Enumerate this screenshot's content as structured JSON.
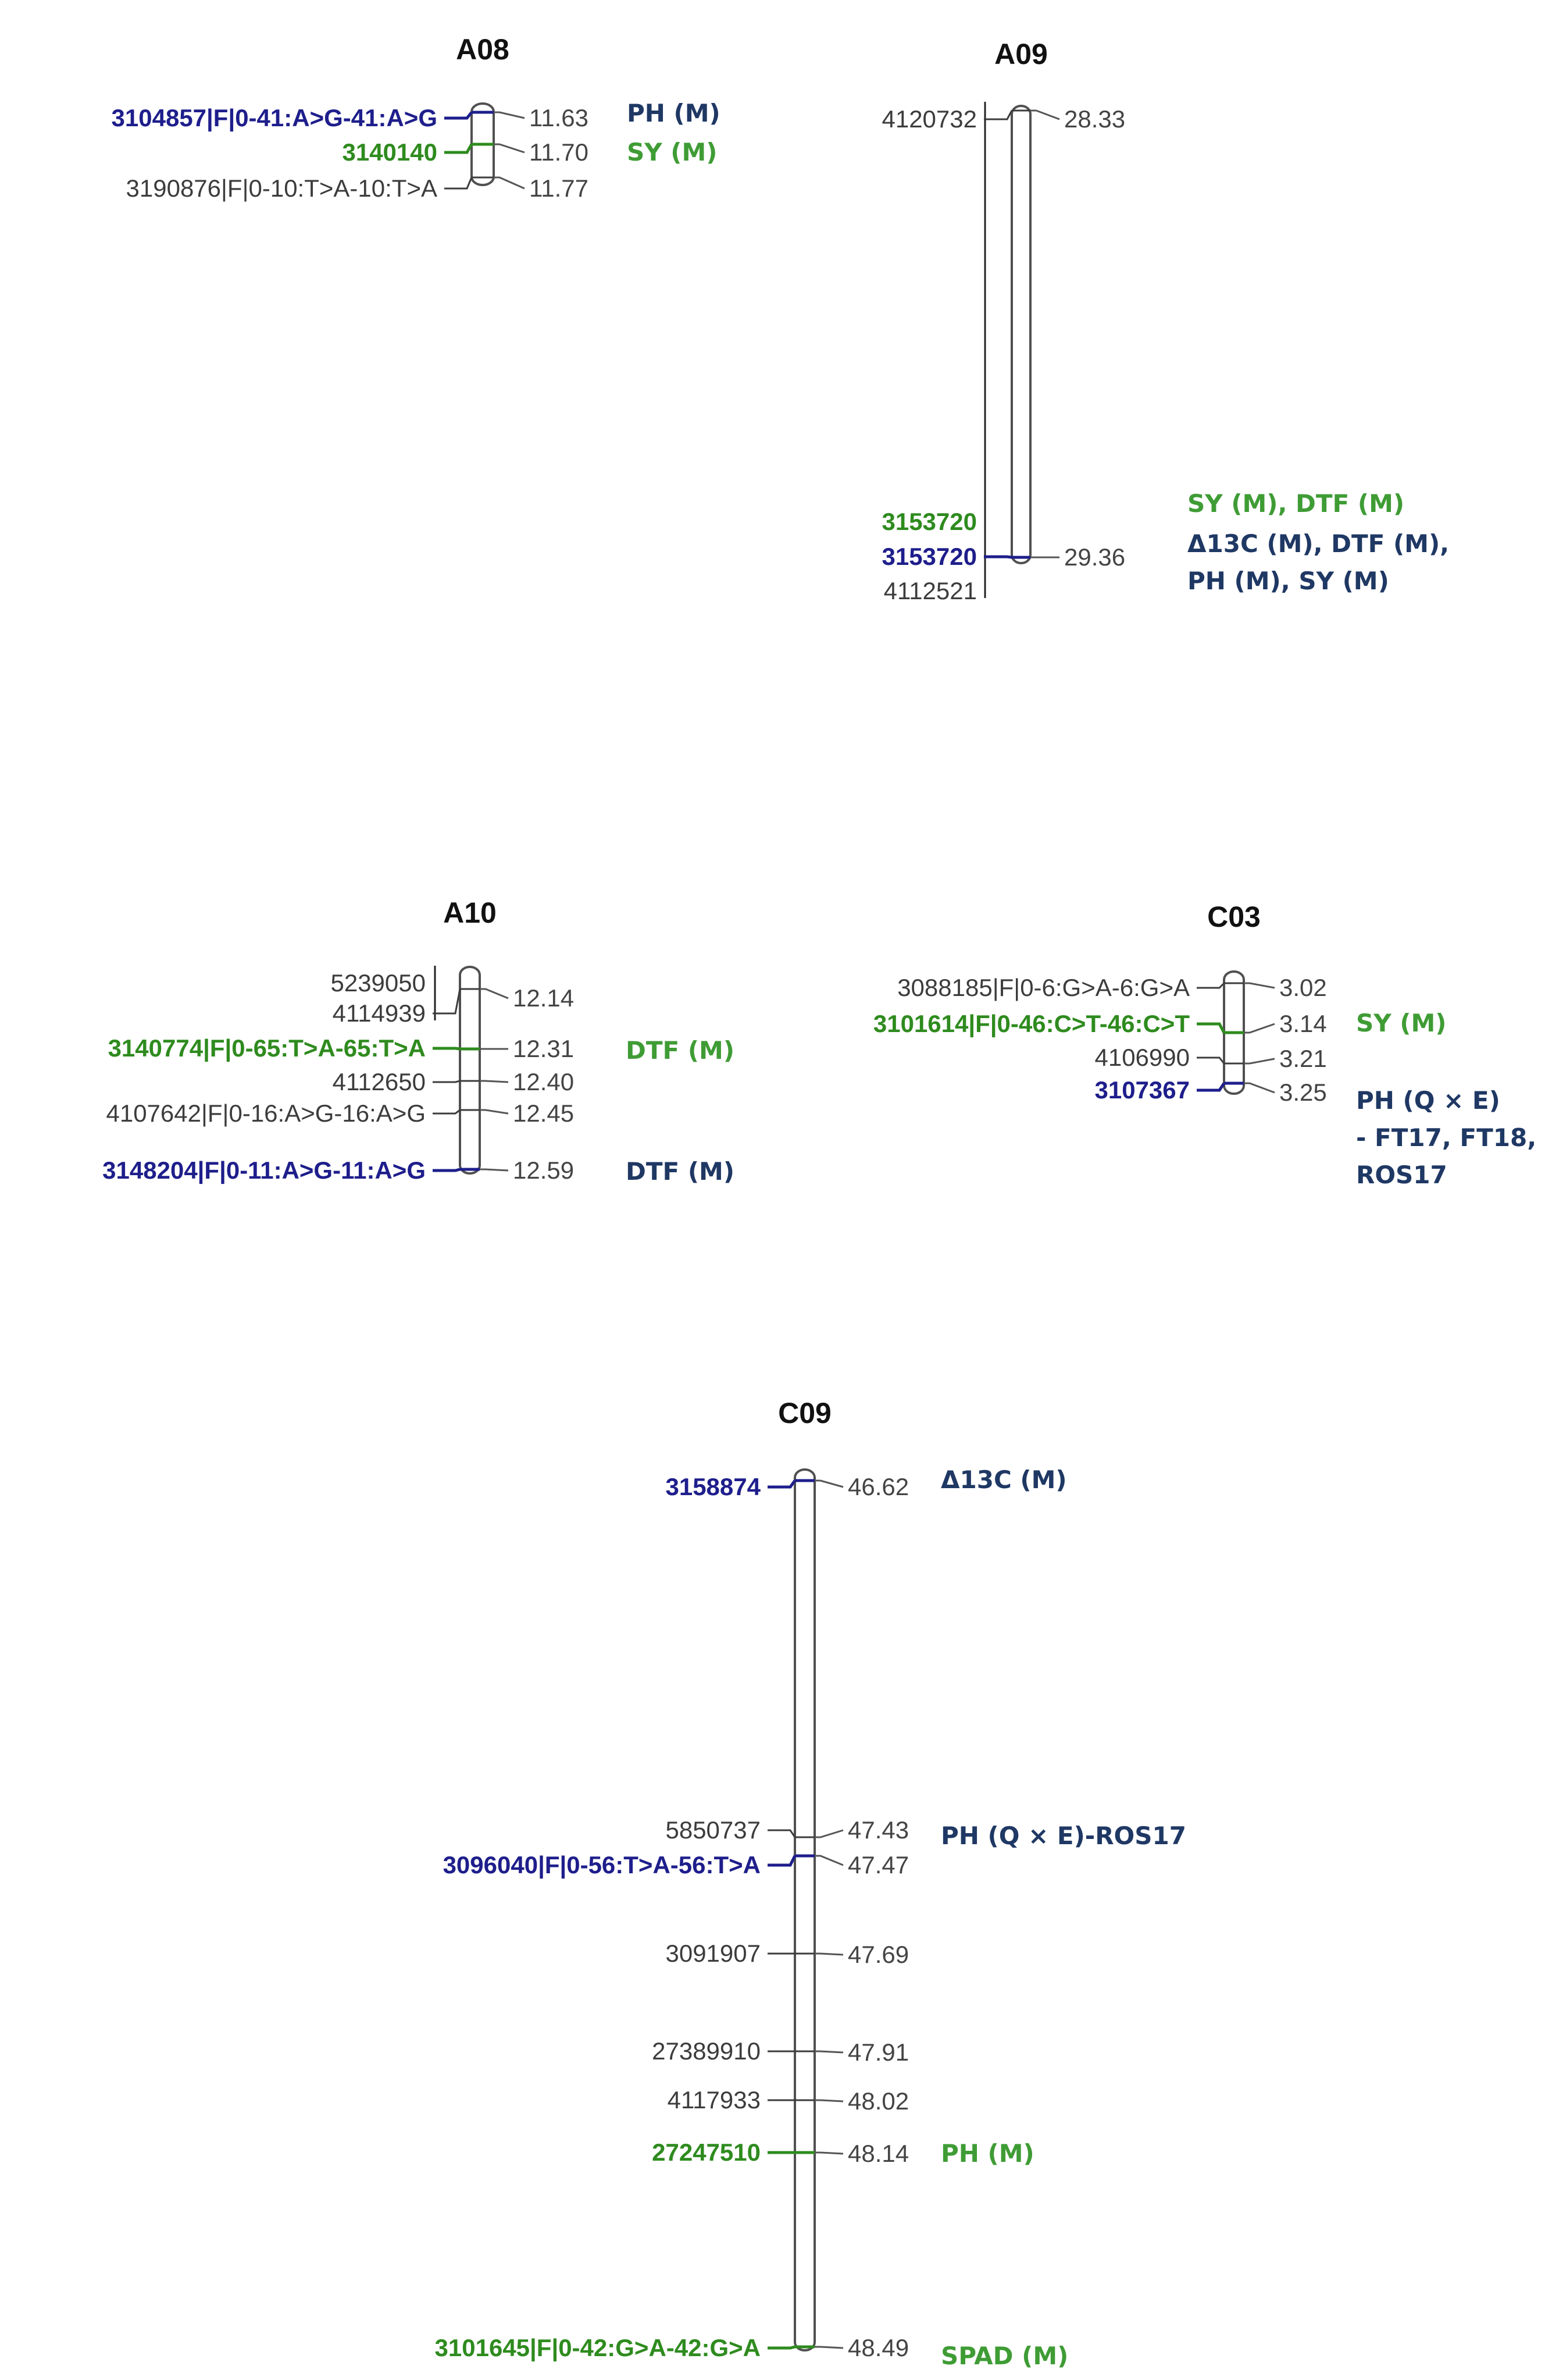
{
  "colors": {
    "default": "#3c3c3c",
    "blue": "#1e1e8c",
    "green": "#2e8b1e",
    "trait_blue": "#1f3864",
    "trait_green": "#3f9c35",
    "bar_outline": "#505050"
  },
  "chromosomes": [
    {
      "id": "A08",
      "title": "A08",
      "markers": [
        {
          "name": "3104857|F|0-41:A>G-41:A>G",
          "position": "11.63",
          "color": "blue"
        },
        {
          "name": "3140140",
          "position": "11.70",
          "color": "green"
        },
        {
          "name": "3190876|F|0-10:T>A-10:T>A",
          "position": "11.77",
          "color": "default"
        }
      ],
      "traits": [
        {
          "lines": [
            "PH (M)"
          ],
          "color": "trait_blue"
        },
        {
          "lines": [
            "SY (M)"
          ],
          "color": "trait_green"
        }
      ]
    },
    {
      "id": "A09",
      "title": "A09",
      "markers": [
        {
          "name": "4120732",
          "position": "28.33",
          "color": "default"
        },
        {
          "name": "3153720",
          "position": "",
          "color": "green"
        },
        {
          "name": "3153720",
          "position": "29.36",
          "color": "blue"
        },
        {
          "name": "4112521",
          "position": "",
          "color": "default"
        }
      ],
      "traits": [
        {
          "lines": [
            "SY (M), DTF (M)"
          ],
          "color": "trait_green"
        },
        {
          "lines": [
            "Δ13C (M), DTF (M),",
            "PH (M), SY (M)"
          ],
          "color": "trait_blue"
        }
      ]
    },
    {
      "id": "A10",
      "title": "A10",
      "markers": [
        {
          "name": "5239050",
          "position": "",
          "color": "default"
        },
        {
          "name": "4114939",
          "position": "12.14",
          "color": "default"
        },
        {
          "name": "3140774|F|0-65:T>A-65:T>A",
          "position": "12.31",
          "color": "green"
        },
        {
          "name": "4112650",
          "position": "12.40",
          "color": "default"
        },
        {
          "name": "4107642|F|0-16:A>G-16:A>G",
          "position": "12.45",
          "color": "default"
        },
        {
          "name": "3148204|F|0-11:A>G-11:A>G",
          "position": "12.59",
          "color": "blue"
        }
      ],
      "traits": [
        {
          "lines": [
            "DTF (M)"
          ],
          "color": "trait_green"
        },
        {
          "lines": [
            "DTF (M)"
          ],
          "color": "trait_blue"
        }
      ]
    },
    {
      "id": "C03",
      "title": "C03",
      "markers": [
        {
          "name": "3088185|F|0-6:G>A-6:G>A",
          "position": "3.02",
          "color": "default"
        },
        {
          "name": "3101614|F|0-46:C>T-46:C>T",
          "position": "3.14",
          "color": "green"
        },
        {
          "name": "4106990",
          "position": "3.21",
          "color": "default"
        },
        {
          "name": "3107367",
          "position": "3.25",
          "color": "blue"
        }
      ],
      "traits": [
        {
          "lines": [
            "SY (M)"
          ],
          "color": "trait_green"
        },
        {
          "lines": [
            "PH (Q × E)",
            "- FT17, FT18,",
            "ROS17"
          ],
          "color": "trait_blue"
        }
      ]
    },
    {
      "id": "C09",
      "title": "C09",
      "markers": [
        {
          "name": "3158874",
          "position": "46.62",
          "color": "blue"
        },
        {
          "name": "5850737",
          "position": "47.43",
          "color": "default"
        },
        {
          "name": "3096040|F|0-56:T>A-56:T>A",
          "position": "47.47",
          "color": "blue"
        },
        {
          "name": "3091907",
          "position": "47.69",
          "color": "default"
        },
        {
          "name": "27389910",
          "position": "47.91",
          "color": "default"
        },
        {
          "name": "4117933",
          "position": "48.02",
          "color": "default"
        },
        {
          "name": "27247510",
          "position": "48.14",
          "color": "green"
        },
        {
          "name": "3101645|F|0-42:G>A-42:G>A",
          "position": "48.49",
          "color": "green"
        }
      ],
      "traits": [
        {
          "lines": [
            "Δ13C (M)"
          ],
          "color": "trait_blue"
        },
        {
          "lines": [
            "PH (Q × E)-ROS17"
          ],
          "color": "trait_blue"
        },
        {
          "lines": [
            "PH (M)"
          ],
          "color": "trait_green"
        },
        {
          "lines": [
            "SPAD (M)"
          ],
          "color": "trait_green"
        }
      ]
    }
  ]
}
